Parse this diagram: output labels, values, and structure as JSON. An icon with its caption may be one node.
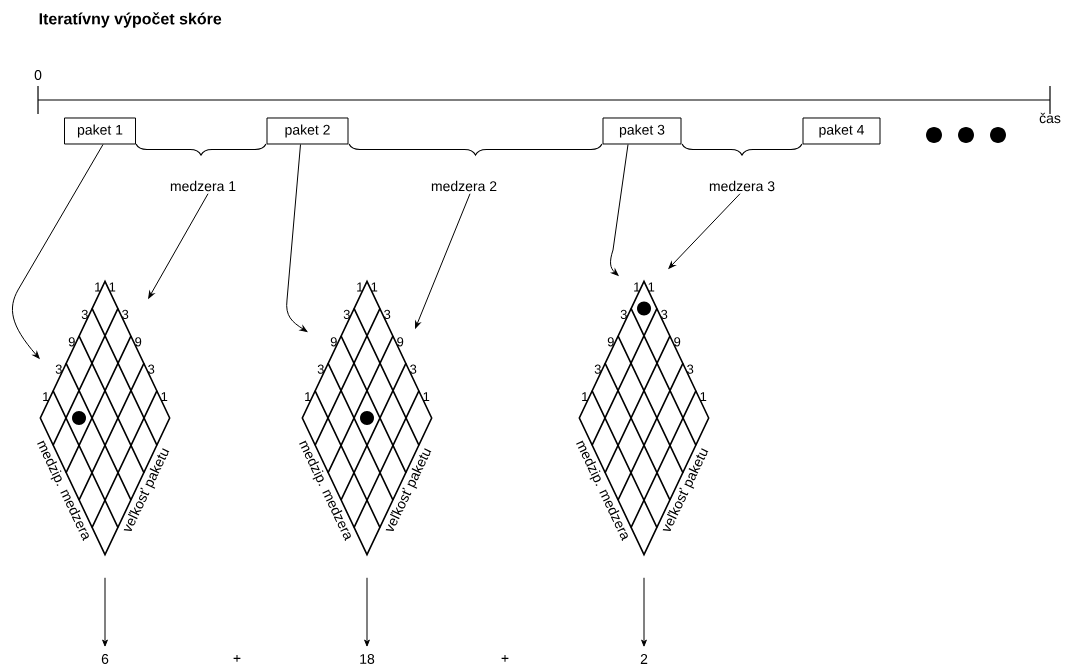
{
  "diagram": {
    "title": "Iteratívny výpočet skóre",
    "nodes": [
      {
        "text": [
          "paket 1"
        ]
      },
      {
        "text": [
          "paket 2"
        ]
      },
      {
        "text": [
          "paket 3"
        ]
      },
      {
        "text": [
          "paket 4"
        ]
      },
      {
        "text": [
          "medzera 1"
        ]
      },
      {
        "text": [
          "medzera 2"
        ]
      },
      {
        "text": [
          "medzera 3"
        ]
      },
      {
        "text": [
          "medzip. medzera",
          "veľkosť paketu"
        ]
      },
      {
        "text": [
          "medzip. medzera",
          "veľkosť paketu"
        ]
      },
      {
        "text": [
          "medzip. medzera",
          "veľkosť paketu"
        ]
      },
      {
        "text": [
          "6"
        ]
      },
      {
        "text": [
          "18"
        ]
      },
      {
        "text": [
          "2"
        ]
      }
    ],
    "edges": [
      {
        "from": 0,
        "to": 7,
        "arrow": "to"
      },
      {
        "from": 4,
        "to": 7,
        "arrow": "to"
      },
      {
        "from": 1,
        "to": 8,
        "arrow": "to"
      },
      {
        "from": 5,
        "to": 8,
        "arrow": "to"
      },
      {
        "from": 2,
        "to": 9,
        "arrow": "to"
      },
      {
        "from": 6,
        "to": 9,
        "arrow": "to"
      },
      {
        "from": 7,
        "to": 10,
        "arrow": "to"
      },
      {
        "from": 8,
        "to": 11,
        "arrow": "to"
      },
      {
        "from": 9,
        "to": 12,
        "arrow": "to"
      }
    ],
    "labels": [
      "0",
      "čas",
      "1",
      "1",
      "3",
      "3",
      "9",
      "9",
      "3",
      "3",
      "1",
      "1",
      "1",
      "1",
      "3",
      "3",
      "9",
      "9",
      "3",
      "3",
      "1",
      "1",
      "1",
      "1",
      "3",
      "3",
      "9",
      "9",
      "3",
      "3",
      "1",
      "1",
      "+",
      "+"
    ]
  }
}
